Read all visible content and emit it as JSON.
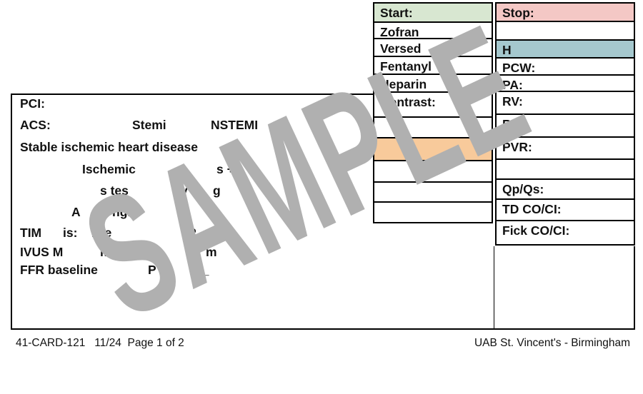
{
  "watermark": "SAMPLE",
  "colors": {
    "green": "#d8e7d1",
    "pink": "#f4c8c5",
    "teal": "#a5c8ce",
    "orange": "#f8ca9b",
    "watermark": "#b0b0b0",
    "border": "#000000"
  },
  "med_table": {
    "rows": [
      {
        "label": "Start:"
      },
      {
        "label": "Zofran"
      },
      {
        "label": "Versed"
      },
      {
        "label": "Fentanyl"
      },
      {
        "label": "Heparin"
      },
      {
        "label": "Contrast:"
      },
      {
        "label": ""
      },
      {
        "label": ""
      },
      {
        "label": ""
      },
      {
        "label": ""
      },
      {
        "label": ""
      }
    ]
  },
  "hemo_table": {
    "rows": [
      {
        "label": "Stop:"
      },
      {
        "label": ""
      },
      {
        "label": "H"
      },
      {
        "label": "PCW:"
      },
      {
        "label": "PA:"
      },
      {
        "label": "RV:"
      },
      {
        "label": "RA:"
      },
      {
        "label": "PVR:"
      },
      {
        "label": ""
      },
      {
        "label": "Qp/Qs:"
      },
      {
        "label": "TD CO/CI:"
      },
      {
        "label": "Fick CO/CI:"
      }
    ]
  },
  "left_section": {
    "l1a": "PCI:",
    "l2a": "ACS:",
    "l2b": "Stemi",
    "l2c": "NSTEMI",
    "l3a": "Stable ischemic heart disease",
    "l4a": "Ischemic",
    "l4b": "s +",
    "l5a": "s tes",
    "l5b": "v",
    "l5c": "g",
    "l6a": "A",
    "l6b": "ngin",
    "l7a": "TIM",
    "l7b": "is:",
    "l7c": "Pre",
    "l7d": "P",
    "l7e": "__",
    "l8a": "IVUS M",
    "l8b": "m",
    "l8c": "m",
    "l9a": "FFR baseline",
    "l9b": "P",
    "l9c": "__"
  },
  "footer": {
    "left": "41-CARD-121   11/24  Page 1 of 2",
    "right": "UAB St. Vincent's - Birmingham"
  }
}
